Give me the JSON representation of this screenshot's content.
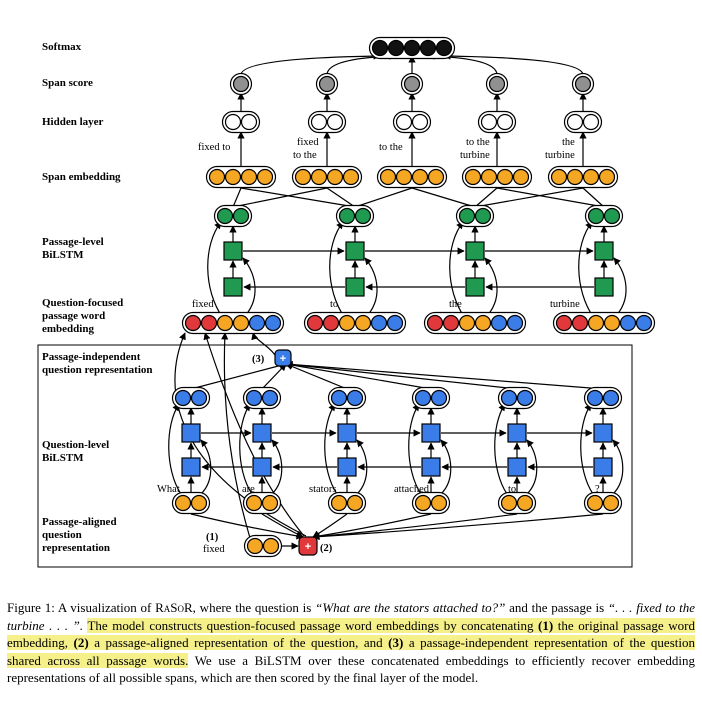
{
  "rows": {
    "softmax": "Softmax",
    "span_score": "Span score",
    "hidden_layer": "Hidden layer",
    "span_embedding": "Span embedding",
    "passage_bilstm": [
      "Passage-level",
      "BiLSTM"
    ],
    "question_focused": [
      "Question-focused",
      "passage word",
      "embedding"
    ],
    "passage_independent": [
      "Passage-independent",
      "question representation"
    ],
    "question_bilstm": [
      "Question-level",
      "BiLSTM"
    ],
    "passage_aligned": [
      "Passage-aligned",
      "question",
      "representation"
    ]
  },
  "span_labels": [
    [
      "fixed to"
    ],
    [
      "fixed",
      "to the"
    ],
    [
      "to the"
    ],
    [
      "to the",
      "turbine"
    ],
    [
      "the",
      "turbine"
    ]
  ],
  "passage_words": [
    "fixed",
    "to",
    "the",
    "turbine"
  ],
  "question_words": [
    "What",
    "are",
    "stators",
    "attached",
    "to",
    "?"
  ],
  "markers": {
    "m1": "(1)",
    "m1_word": "fixed",
    "m2": "(2)",
    "m3": "(3)",
    "plus": "+"
  },
  "caption": {
    "p1": "Figure 1: A visualization of R",
    "p_sc": "a",
    "p2": "S",
    "p_sc2": "o",
    "p3": "R, where the question is ",
    "q": "“What are the stators attached to?”",
    "p4": " and the passage is ",
    "pass": "“. . . fixed to the turbine . . . ”.",
    "p5": " ",
    "hl1": "The model constructs question-focused passage word embeddings by concatenating ",
    "b1": "(1)",
    "hl2": " the original passage word embedding, ",
    "b2": "(2)",
    "hl3": " a passage-aligned representation of the question, and ",
    "b3": "(3)",
    "hl4": " a passage-independent representation of the question shared across all passage words.",
    "p6": " We use a BiLSTM over these concatenated embeddings to efficiently recover embedding representations of all possible spans, which are then scored by the final layer of the model."
  },
  "colors": {
    "orange": "#f5a623",
    "red": "#e0383b",
    "blue": "#3b7de8",
    "green": "#1f9a50",
    "gray": "#909090",
    "black": "#111111",
    "highlight": "#f5f08a"
  }
}
